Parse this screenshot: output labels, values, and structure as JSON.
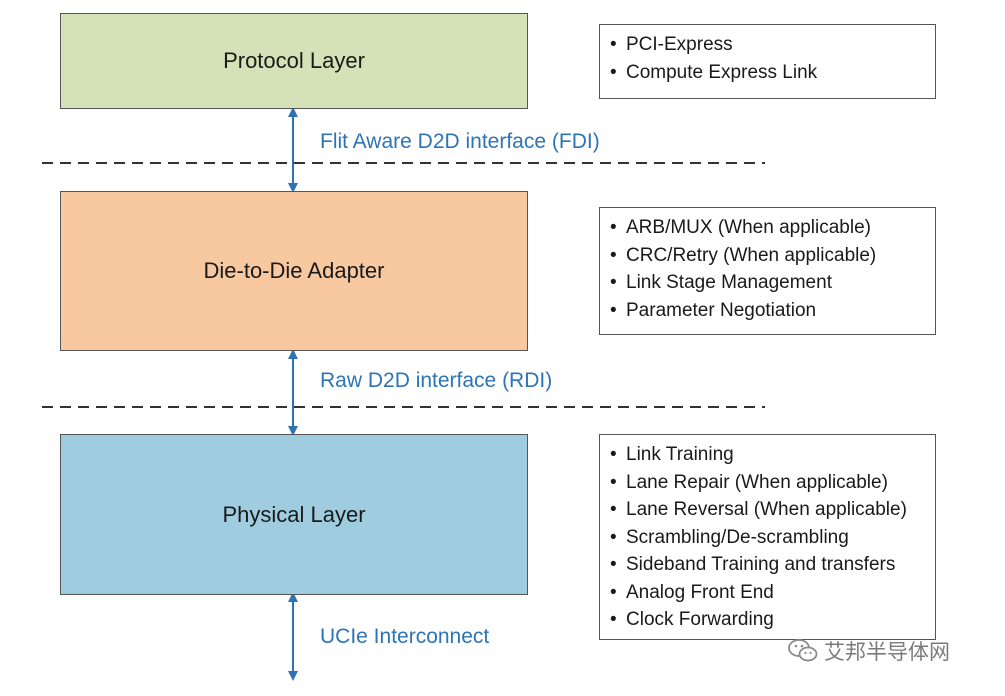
{
  "layers": {
    "protocol": {
      "label": "Protocol Layer",
      "color": "#d5e2b8"
    },
    "adapter": {
      "label": "Die-to-Die Adapter",
      "color": "#f8c8a1"
    },
    "physical": {
      "label": "Physical Layer",
      "color": "#9fcddf"
    }
  },
  "interfaces": {
    "fdi": "Flit Aware D2D interface (FDI)",
    "rdi": "Raw D2D interface (RDI)",
    "ucie": "UCIe Interconnect"
  },
  "functions": {
    "protocol": [
      "PCI-Express",
      "Compute Express Link"
    ],
    "adapter": [
      "ARB/MUX (When applicable)",
      "CRC/Retry (When applicable)",
      "Link Stage Management",
      "Parameter Negotiation"
    ],
    "physical": [
      "Link Training",
      "Lane Repair (When applicable)",
      "Lane Reversal (When applicable)",
      "Scrambling/De-scrambling",
      "Sideband Training and transfers",
      "Analog Front End",
      "Clock Forwarding"
    ]
  },
  "bullet_glyph": "•",
  "watermark": {
    "text": "艾邦半导体网",
    "icon": "wechat-icon"
  },
  "colors": {
    "arrow": "#2e74b5",
    "label": "#2e74b5",
    "border": "#555555",
    "dash": "#333333"
  }
}
